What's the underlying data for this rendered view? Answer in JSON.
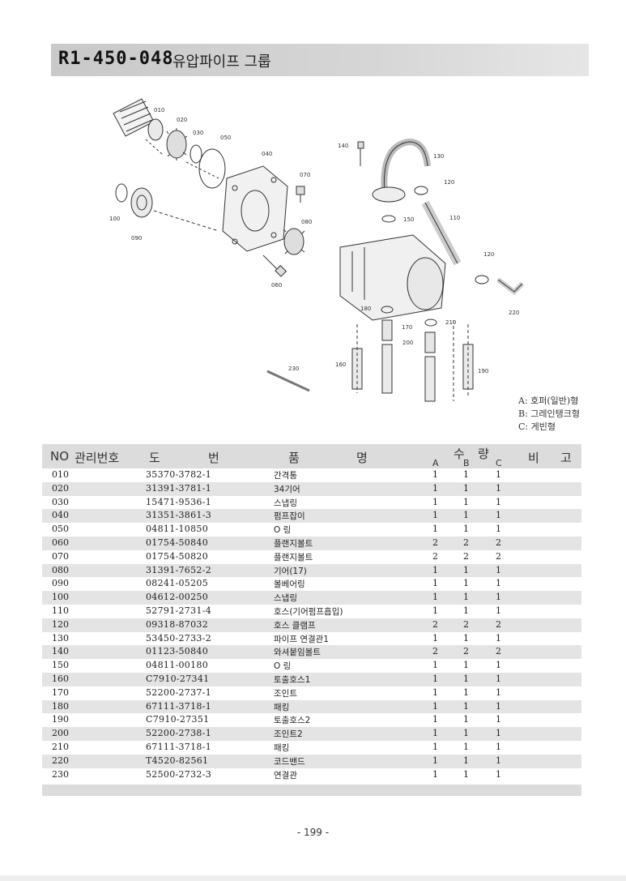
{
  "header": {
    "code": "R1-450-048",
    "title": "유압파이프 그룹"
  },
  "diagram": {
    "callouts": [
      "010",
      "020",
      "030",
      "050",
      "040",
      "070",
      "100",
      "090",
      "080",
      "060",
      "140",
      "130",
      "120",
      "150",
      "110",
      "120",
      "220",
      "180",
      "170",
      "210",
      "200",
      "160",
      "230",
      "190"
    ]
  },
  "legend": [
    "A: 호퍼(일반)형",
    "B: 그레인탱크형",
    "C: 게빈형"
  ],
  "table": {
    "headers": {
      "no": "NO",
      "mgmt": "관리번호",
      "drawing_1": "도",
      "drawing_2": "번",
      "name_1": "품",
      "name_2": "명",
      "qty_1": "수",
      "qty_2": "량",
      "qty_a": "A",
      "qty_b": "B",
      "qty_c": "C",
      "remark_1": "비",
      "remark_2": "고"
    },
    "rows": [
      {
        "no": "010",
        "part": "35370-3782-1",
        "name": "간격통",
        "a": "1",
        "b": "1",
        "c": "1"
      },
      {
        "no": "020",
        "part": "31391-3781-1",
        "name": "34기어",
        "a": "1",
        "b": "1",
        "c": "1"
      },
      {
        "no": "030",
        "part": "15471-9536-1",
        "name": "스냅링",
        "a": "1",
        "b": "1",
        "c": "1"
      },
      {
        "no": "040",
        "part": "31351-3861-3",
        "name": "펌프잡이",
        "a": "1",
        "b": "1",
        "c": "1"
      },
      {
        "no": "050",
        "part": "04811-10850",
        "name": "O 링",
        "a": "1",
        "b": "1",
        "c": "1"
      },
      {
        "no": "060",
        "part": "01754-50840",
        "name": "플랜지볼트",
        "a": "2",
        "b": "2",
        "c": "2"
      },
      {
        "no": "070",
        "part": "01754-50820",
        "name": "플랜지볼트",
        "a": "2",
        "b": "2",
        "c": "2"
      },
      {
        "no": "080",
        "part": "31391-7652-2",
        "name": "기어(17)",
        "a": "1",
        "b": "1",
        "c": "1"
      },
      {
        "no": "090",
        "part": "08241-05205",
        "name": "볼베어링",
        "a": "1",
        "b": "1",
        "c": "1"
      },
      {
        "no": "100",
        "part": "04612-00250",
        "name": "스냅링",
        "a": "1",
        "b": "1",
        "c": "1"
      },
      {
        "no": "110",
        "part": "52791-2731-4",
        "name": "호스(기어펌프흡입)",
        "a": "1",
        "b": "1",
        "c": "1"
      },
      {
        "no": "120",
        "part": "09318-87032",
        "name": "호스 클램프",
        "a": "2",
        "b": "2",
        "c": "2"
      },
      {
        "no": "130",
        "part": "53450-2733-2",
        "name": "파이프 연결관1",
        "a": "1",
        "b": "1",
        "c": "1"
      },
      {
        "no": "140",
        "part": "01123-50840",
        "name": "와셔붙임볼트",
        "a": "2",
        "b": "2",
        "c": "2"
      },
      {
        "no": "150",
        "part": "04811-00180",
        "name": "O 링",
        "a": "1",
        "b": "1",
        "c": "1"
      },
      {
        "no": "160",
        "part": "C7910-27341",
        "name": "토출호스1",
        "a": "1",
        "b": "1",
        "c": "1"
      },
      {
        "no": "170",
        "part": "52200-2737-1",
        "name": "조인트",
        "a": "1",
        "b": "1",
        "c": "1"
      },
      {
        "no": "180",
        "part": "67111-3718-1",
        "name": "패킹",
        "a": "1",
        "b": "1",
        "c": "1"
      },
      {
        "no": "190",
        "part": "C7910-27351",
        "name": "토출호스2",
        "a": "1",
        "b": "1",
        "c": "1"
      },
      {
        "no": "200",
        "part": "52200-2738-1",
        "name": "조인트2",
        "a": "1",
        "b": "1",
        "c": "1"
      },
      {
        "no": "210",
        "part": "67111-3718-1",
        "name": "패킹",
        "a": "1",
        "b": "1",
        "c": "1"
      },
      {
        "no": "220",
        "part": "T4520-82561",
        "name": "코드밴드",
        "a": "1",
        "b": "1",
        "c": "1"
      },
      {
        "no": "230",
        "part": "52500-2732-3",
        "name": "연결관",
        "a": "1",
        "b": "1",
        "c": "1"
      }
    ]
  },
  "page_number": "- 199 -"
}
